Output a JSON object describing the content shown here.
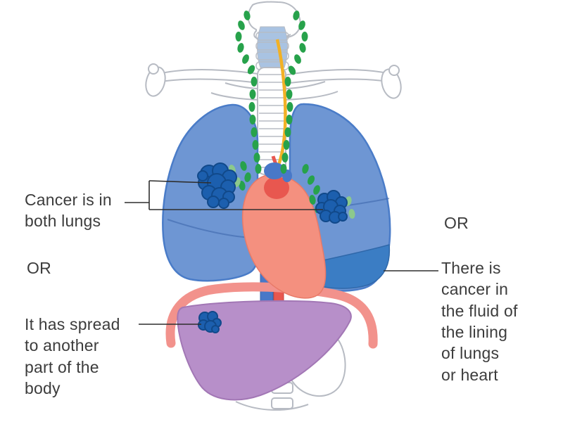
{
  "labels": {
    "cancer_both_lungs": "Cancer is in\nboth lungs",
    "or_left": "OR",
    "spread_other_part": "It has spread\nto another\npart of the\nbody",
    "or_right": "OR",
    "fluid_lining": "There is\ncancer in\nthe fluid of\nthe lining\nof lungs\nor heart"
  },
  "colors": {
    "lung": "#6e96d3",
    "lung_outline": "#4a7cc8",
    "pleural_fluid": "#3b7dc4",
    "tumor": "#1c5fae",
    "tumor_outline": "#11498a",
    "lymph_node": "#27a24b",
    "lymph_node_light": "#8cc98c",
    "heart": "#f4907f",
    "heart_outline": "#e87a68",
    "diaphragm": "#f2928c",
    "liver": "#b78fc9",
    "liver_outline": "#a277b5",
    "blood_vessel_red": "#e8574f",
    "blood_vessel_blue": "#4878c8",
    "nerve_yellow": "#f2b125",
    "bone_outline": "#b7bbc3",
    "airway_blue": "#a9c3e2",
    "pointer_line": "#2e2e2e",
    "label_text": "#3c3c3c"
  }
}
